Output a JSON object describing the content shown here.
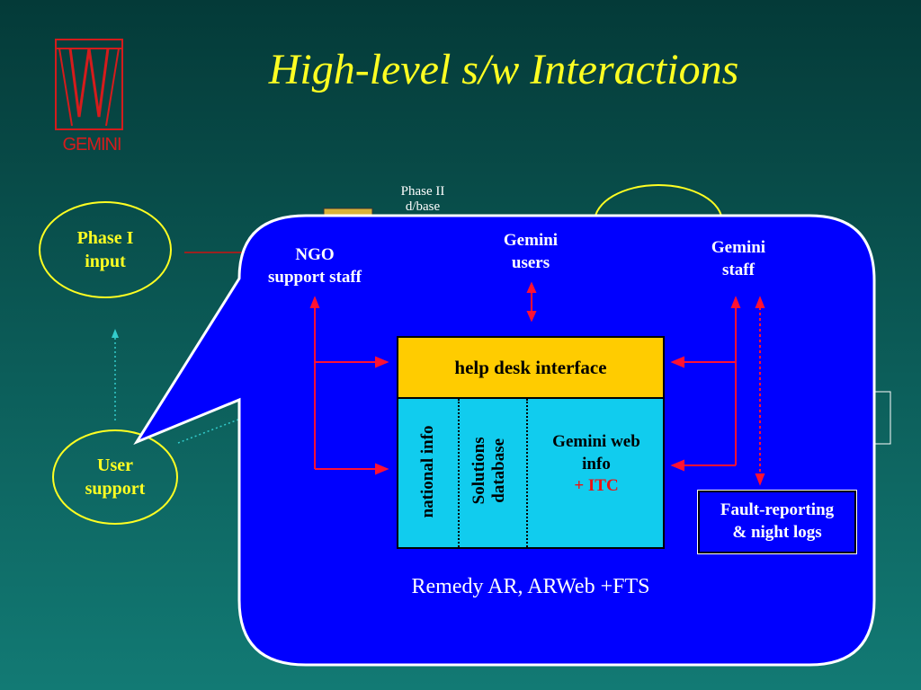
{
  "title": "High-level s/w Interactions",
  "logo": {
    "text": "GEMINI",
    "color": "#d41c1c"
  },
  "background": {
    "phase2_label": "Phase II\nd/base",
    "phase1": "Phase I\ninput",
    "user_support": "User\nsupport"
  },
  "callout": {
    "fill": "#0000ff",
    "ngo": "NGO\nsupport staff",
    "gemini_users": "Gemini\nusers",
    "gemini_staff": "Gemini\nstaff",
    "helpdesk": {
      "header": "help desk interface",
      "col1": "national info",
      "col2": "Solutions\ndatabase",
      "col3_main": "Gemini web\ninfo",
      "col3_itc": "+ ITC"
    },
    "fault_box": "Fault-reporting\n& night logs",
    "footer": "Remedy AR, ARWeb +FTS"
  },
  "colors": {
    "accent": "#ffff22",
    "arrow": "#ff1133",
    "header": "#ffcc00",
    "body": "#11ccee"
  }
}
